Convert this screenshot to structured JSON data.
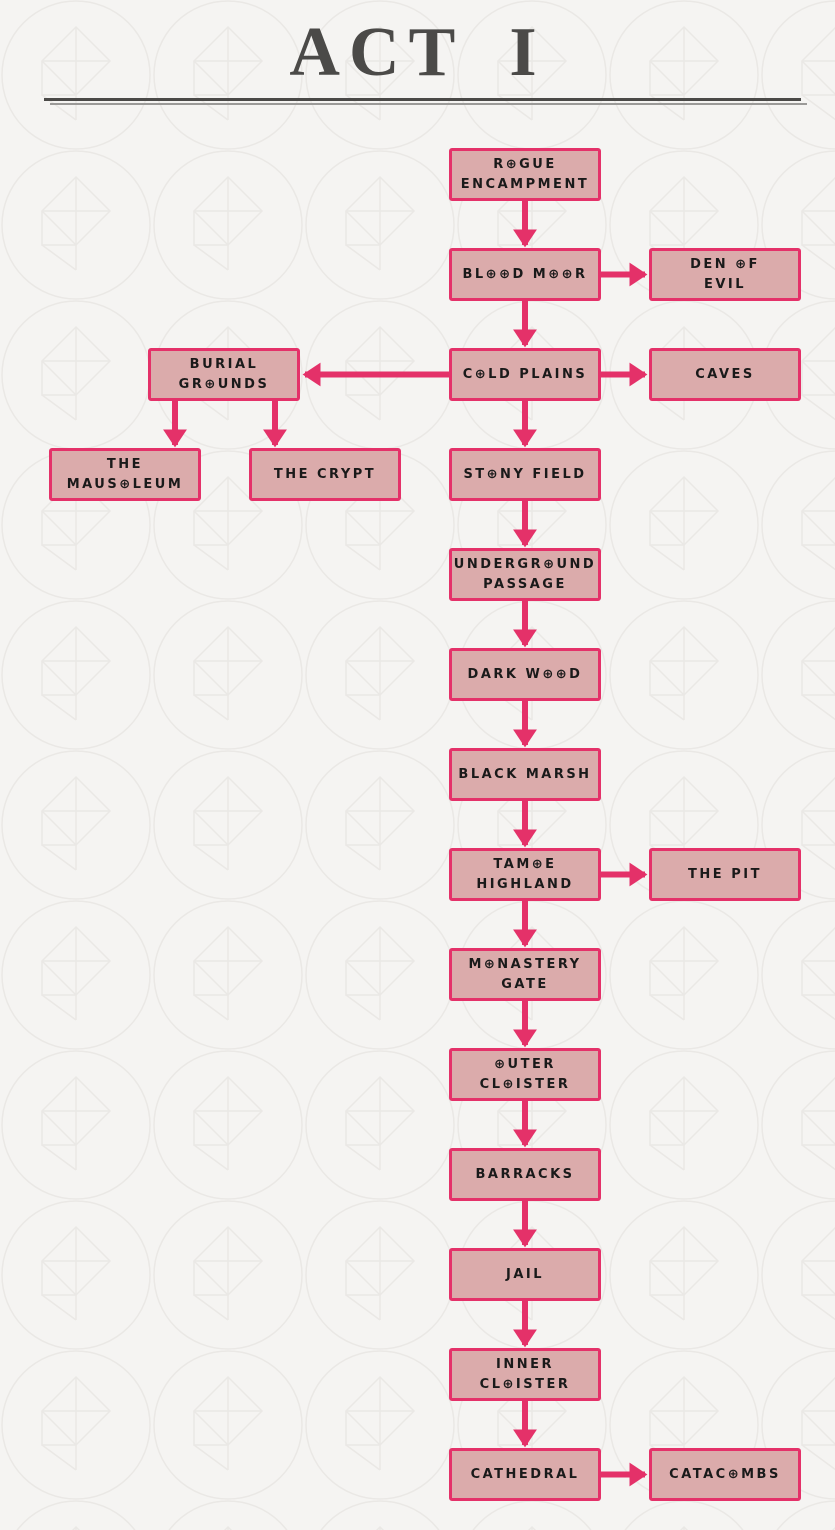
{
  "header": {
    "title": "ACT I"
  },
  "colors": {
    "background": "#f5f4f2",
    "pattern": "#eae8e5",
    "title_text": "#4b4a48",
    "node_fill": "#dbabab",
    "node_border": "#e43169",
    "arrow": "#e43169",
    "node_text": "#1a1a1a"
  },
  "flowchart": {
    "nodes": {
      "rogue_encampment": {
        "label": "ROGUE\nENCAMPMENT"
      },
      "blood_moor": {
        "label": "BLOOD MOOR"
      },
      "den_of_evil": {
        "label": "DEN OF\nEVIL"
      },
      "cold_plains": {
        "label": "COLD PLAINS"
      },
      "caves": {
        "label": "CAVES"
      },
      "burial_grounds": {
        "label": "BURIAL\nGROUNDS"
      },
      "the_mausoleum": {
        "label": "THE\nMAUSOLEUM"
      },
      "the_crypt": {
        "label": "THE CRYPT"
      },
      "stony_field": {
        "label": "STONY FIELD"
      },
      "underground_passage": {
        "label": "UNDERGROUND\nPASSAGE"
      },
      "dark_wood": {
        "label": "DARK WOOD"
      },
      "black_marsh": {
        "label": "BLACK MARSH"
      },
      "tamoe_highland": {
        "label": "TAMOE\nHIGHLAND"
      },
      "the_pit": {
        "label": "THE PIT"
      },
      "monastery_gate": {
        "label": "MONASTERY\nGATE"
      },
      "outer_cloister": {
        "label": "OUTER\nCLOISTER"
      },
      "barracks": {
        "label": "BARRACKS"
      },
      "jail": {
        "label": "JAIL"
      },
      "inner_cloister": {
        "label": "INNER\nCLOISTER"
      },
      "cathedral": {
        "label": "CATHEDRAL"
      },
      "catacombs": {
        "label": "CATACOMBS"
      }
    },
    "edges": [
      {
        "from": "rogue_encampment",
        "to": "blood_moor"
      },
      {
        "from": "blood_moor",
        "to": "den_of_evil"
      },
      {
        "from": "blood_moor",
        "to": "cold_plains"
      },
      {
        "from": "cold_plains",
        "to": "caves"
      },
      {
        "from": "cold_plains",
        "to": "burial_grounds"
      },
      {
        "from": "cold_plains",
        "to": "stony_field"
      },
      {
        "from": "burial_grounds",
        "to": "the_mausoleum"
      },
      {
        "from": "burial_grounds",
        "to": "the_crypt"
      },
      {
        "from": "stony_field",
        "to": "underground_passage"
      },
      {
        "from": "underground_passage",
        "to": "dark_wood"
      },
      {
        "from": "dark_wood",
        "to": "black_marsh"
      },
      {
        "from": "black_marsh",
        "to": "tamoe_highland"
      },
      {
        "from": "tamoe_highland",
        "to": "the_pit"
      },
      {
        "from": "tamoe_highland",
        "to": "monastery_gate"
      },
      {
        "from": "monastery_gate",
        "to": "outer_cloister"
      },
      {
        "from": "outer_cloister",
        "to": "barracks"
      },
      {
        "from": "barracks",
        "to": "jail"
      },
      {
        "from": "jail",
        "to": "inner_cloister"
      },
      {
        "from": "inner_cloister",
        "to": "cathedral"
      },
      {
        "from": "cathedral",
        "to": "catacombs"
      }
    ]
  }
}
